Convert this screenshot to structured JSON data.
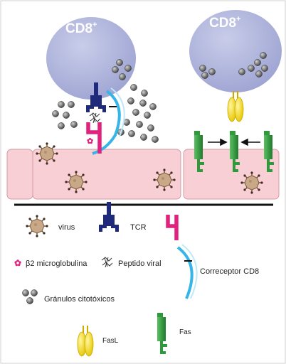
{
  "diagram": {
    "cells": {
      "left_cell_label": "CD8",
      "right_cell_label": "CD8",
      "superscript": "+"
    },
    "legend": {
      "virus": "virus",
      "tcr": "TCR",
      "b2m": "β2 microglobulina",
      "peptide": "Peptido viral",
      "cd8_coreceptor": "Correceptor CD8",
      "granules": "Gránulos citotóxicos",
      "fasl": "FasL",
      "fas": "Fas"
    },
    "colors": {
      "t_cell": "#b3b8dc",
      "t_cell_shade": "#8f95c4",
      "target_cell": "#f7cfd4",
      "target_border": "#d89aa3",
      "virus": "#c9a888",
      "virus_spike": "#6b5138",
      "tcr": "#1f2a7a",
      "mhc": "#e2207e",
      "cd8": "#36b6e8",
      "granule": "#6e6e6e",
      "fasl": "#f2de22",
      "fas": "#2e9a3c",
      "membrane_line": "#111111"
    }
  }
}
